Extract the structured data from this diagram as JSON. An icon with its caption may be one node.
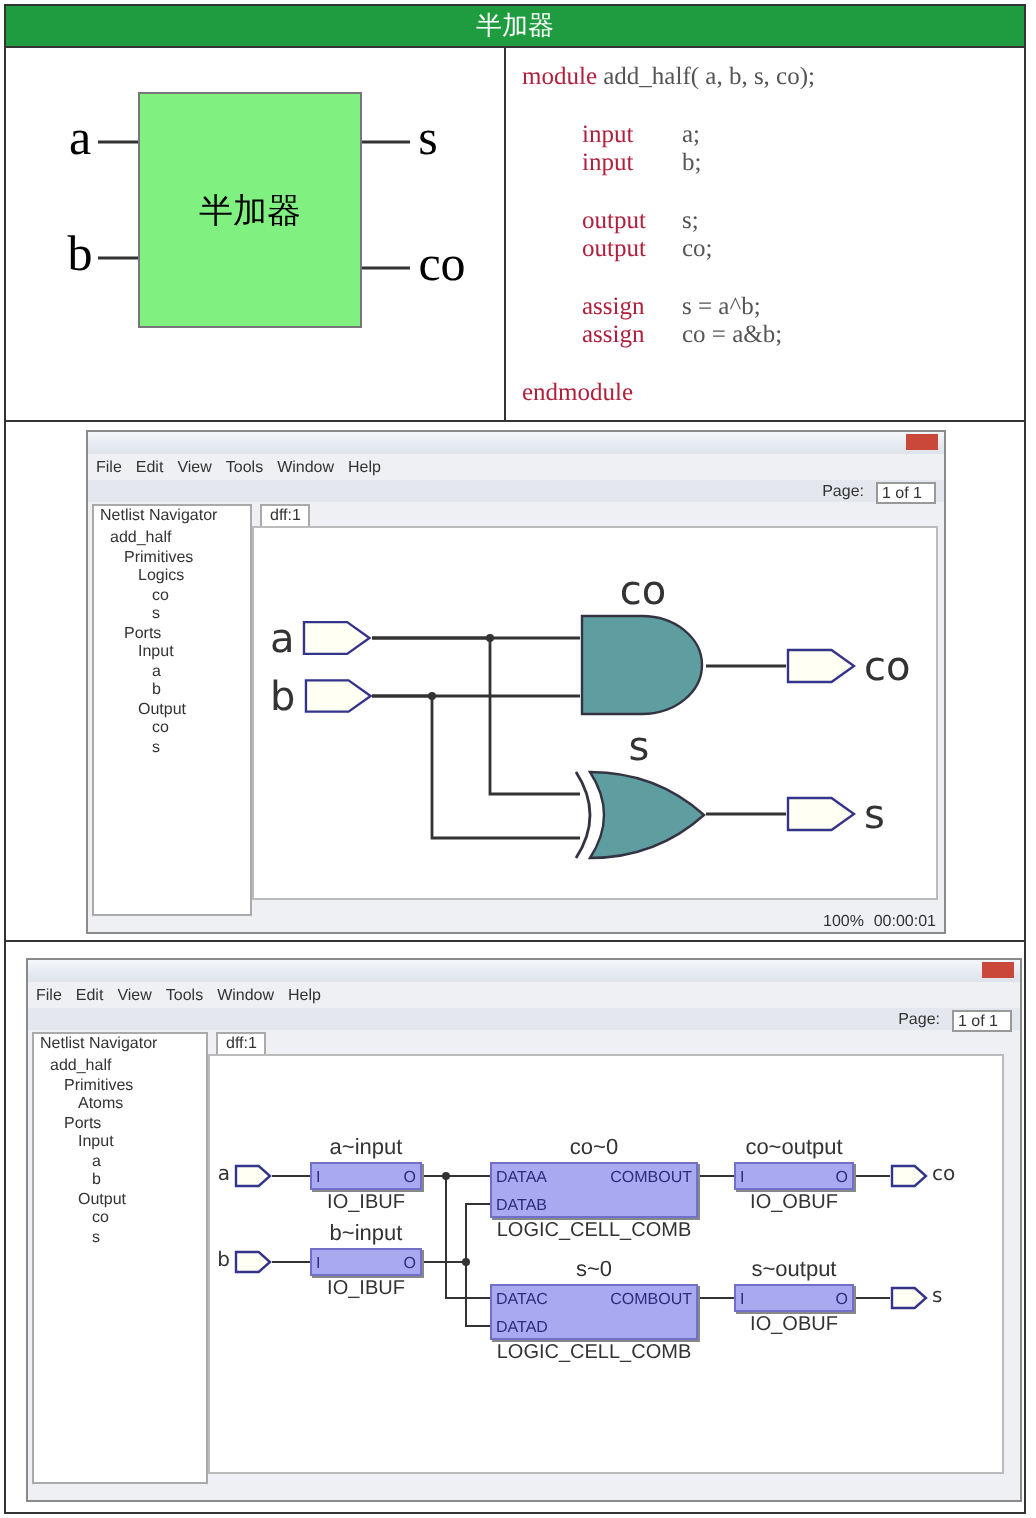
{
  "diagram": {
    "title": "半加器",
    "nodes": [
      {
        "text": [
          "半加器"
        ]
      },
      {
        "text": [
          "a"
        ]
      },
      {
        "text": [
          "b"
        ]
      },
      {
        "text": [
          "s"
        ]
      },
      {
        "text": [
          "co"
        ]
      },
      {
        "text": [
          "a"
        ]
      },
      {
        "text": [
          "b"
        ]
      },
      {
        "text": [
          "co"
        ]
      },
      {
        "text": [
          "s"
        ]
      },
      {
        "text": [
          "co"
        ]
      },
      {
        "text": [
          "s"
        ]
      },
      {
        "text": [
          "a"
        ]
      },
      {
        "text": [
          "b"
        ]
      },
      {
        "text": [
          "a~input",
          "I",
          "O",
          "IO_IBUF"
        ]
      },
      {
        "text": [
          "b~input",
          "I",
          "O",
          "IO_IBUF"
        ]
      },
      {
        "text": [
          "co~0",
          "DATAA",
          "COMBOUT",
          "DATAB",
          "LOGIC_CELL_COMB"
        ]
      },
      {
        "text": [
          "s~0",
          "DATAC",
          "COMBOUT",
          "DATAD",
          "LOGIC_CELL_COMB"
        ]
      },
      {
        "text": [
          "co~output",
          "I",
          "O",
          "IO_OBUF"
        ]
      },
      {
        "text": [
          "s~output",
          "I",
          "O",
          "IO_OBUF"
        ]
      },
      {
        "text": [
          "co"
        ]
      },
      {
        "text": [
          "s"
        ]
      }
    ],
    "edges": [
      {
        "from": 1,
        "to": 0,
        "arrow": "none"
      },
      {
        "from": 2,
        "to": 0,
        "arrow": "none"
      },
      {
        "from": 0,
        "to": 3,
        "arrow": "none"
      },
      {
        "from": 0,
        "to": 4,
        "arrow": "none"
      },
      {
        "from": 5,
        "to": 7,
        "arrow": "none"
      },
      {
        "from": 5,
        "to": 8,
        "arrow": "none"
      },
      {
        "from": 6,
        "to": 7,
        "arrow": "none"
      },
      {
        "from": 6,
        "to": 8,
        "arrow": "none"
      },
      {
        "from": 7,
        "to": 9,
        "arrow": "none"
      },
      {
        "from": 8,
        "to": 10,
        "arrow": "none"
      },
      {
        "from": 11,
        "to": 13,
        "arrow": "none"
      },
      {
        "from": 12,
        "to": 14,
        "arrow": "none"
      },
      {
        "from": 13,
        "to": 15,
        "arrow": "none"
      },
      {
        "from": 13,
        "to": 16,
        "arrow": "none"
      },
      {
        "from": 14,
        "to": 15,
        "arrow": "none"
      },
      {
        "from": 14,
        "to": 16,
        "arrow": "none"
      },
      {
        "from": 15,
        "to": 17,
        "arrow": "none"
      },
      {
        "from": 16,
        "to": 18,
        "arrow": "none"
      },
      {
        "from": 17,
        "to": 19,
        "arrow": "none"
      },
      {
        "from": 18,
        "to": 20,
        "arrow": "none"
      }
    ],
    "labels": [
      "module add_half( a, b, s, co);",
      "input a;",
      "input b;",
      "output s;",
      "output co;",
      "assign s = a^b;",
      "assign co = a&b;",
      "endmodule",
      "File",
      "Edit",
      "View",
      "Tools",
      "Window",
      "Help",
      "Page:",
      "1 of 1",
      "Netlist Navigator",
      "dff:1",
      "add_half",
      "Primitives",
      "Logics",
      "co",
      "s",
      "Ports",
      "Input",
      "a",
      "b",
      "Output",
      "co",
      "s",
      "100%",
      "00:00:01",
      "File",
      "Edit",
      "View",
      "Tools",
      "Window",
      "Help",
      "Page:",
      "1 of 1",
      "Netlist Navigator",
      "dff:1",
      "add_half",
      "Primitives",
      "Atoms",
      "Ports",
      "Input",
      "a",
      "b",
      "Output",
      "co",
      "s"
    ]
  }
}
